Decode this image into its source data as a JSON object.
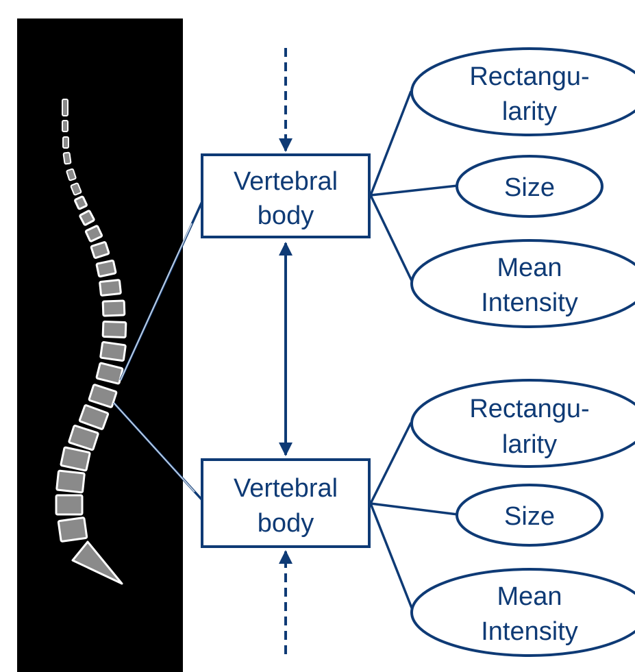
{
  "colors": {
    "primary": "#0e3a75",
    "panel_background": "#000000",
    "vertebra_fill": "#8a8a8a",
    "vertebra_outline": "#ffffff",
    "background": "#ffffff"
  },
  "spine_image": {
    "description_icon": "spine-xray-icon"
  },
  "upper_node": {
    "line1": "Vertebral",
    "line2": "body",
    "features": [
      {
        "line1": "Rectangu-",
        "line2": "larity"
      },
      {
        "line1": "Size",
        "line2": ""
      },
      {
        "line1": "Mean",
        "line2": "Intensity"
      }
    ]
  },
  "lower_node": {
    "line1": "Vertebral",
    "line2": "body",
    "features": [
      {
        "line1": "Rectangu-",
        "line2": "larity"
      },
      {
        "line1": "Size",
        "line2": ""
      },
      {
        "line1": "Mean",
        "line2": "Intensity"
      }
    ]
  }
}
